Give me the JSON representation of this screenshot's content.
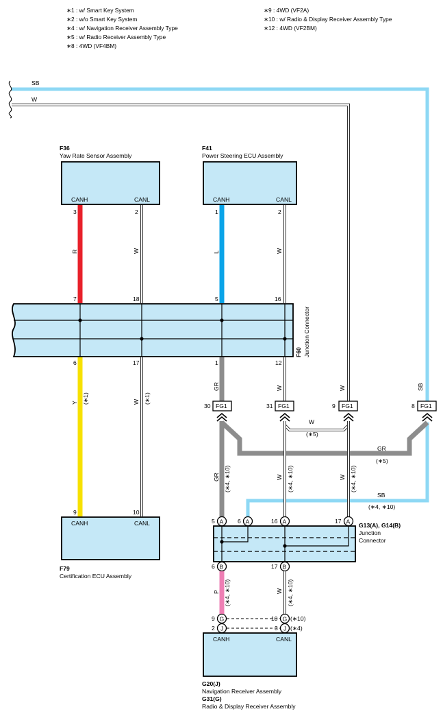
{
  "legend": {
    "left": [
      "∗1 : w/ Smart Key System",
      "∗2 : w/o Smart Key System",
      "∗4 : w/ Navigation Receiver Assembly Type",
      "∗5 : w/ Radio Receiver Assembly Type",
      "∗8 : 4WD (VF4BM)"
    ],
    "right": [
      "∗9 : 4WD (VF2A)",
      "∗10 : w/ Radio & Display Receiver Assembly Type",
      "∗12 : 4WD (VF2BM)"
    ]
  },
  "colors": {
    "box_fill": "#c5e8f7",
    "red": "#e8202a",
    "blue": "#0aa4e8",
    "sky": "#8ed8f4",
    "yellow": "#f7e100",
    "gray": "#8d8d8d",
    "pink": "#ee7fb4"
  },
  "bus": {
    "sb": "SB",
    "w": "W"
  },
  "f36": {
    "code": "F36",
    "name": "Yaw Rate Sensor Assembly",
    "canh": "CANH",
    "canl": "CANL",
    "pin_h": "3",
    "pin_l": "2",
    "wire_h": "R",
    "wire_l": "W"
  },
  "f41": {
    "code": "F41",
    "name": "Power Steering ECU Assembly",
    "canh": "CANH",
    "canl": "CANL",
    "pin_h": "1",
    "pin_l": "2",
    "wire_h": "L",
    "wire_l": "W"
  },
  "f60": {
    "code": "F60",
    "name": "Junction Connector",
    "top_pins": [
      "7",
      "18",
      "5",
      "16"
    ],
    "bottom_pins": [
      "6",
      "17",
      "1",
      "12"
    ]
  },
  "lower_left": {
    "wire_h": "Y",
    "wire_l": "W",
    "cond_h": "(∗1)",
    "cond_l": "(∗1)"
  },
  "f60_right": {
    "wire_1": "GR",
    "wire_12": "W",
    "wire_9": "W",
    "wire_8": "SB"
  },
  "fg": {
    "label": "FG1",
    "pins": [
      "30",
      "31",
      "9",
      "8"
    ],
    "cross_w": "W",
    "cross_w_cond": "(∗5)",
    "gr": "GR",
    "gr_cond": "(∗5)",
    "sb": "SB",
    "sb_cond": "(∗4, ∗10)",
    "down_gr": "GR",
    "down_w1": "W",
    "down_w2": "W",
    "down_cond": "(∗4, ∗10)"
  },
  "f79": {
    "code": "F79",
    "name": "Certification ECU Assembly",
    "canh": "CANH",
    "canl": "CANL",
    "pin_h": "9",
    "pin_l": "10"
  },
  "g13": {
    "code": "G13(A), G14(B)",
    "name1": "Junction",
    "name2": "Connector",
    "a_pins": [
      "5",
      "6",
      "16",
      "17"
    ],
    "a_letter": "A",
    "b_pins": [
      "6",
      "17"
    ],
    "b_letter": "B",
    "wire_b6": "P",
    "wire_b17": "W",
    "cond": "(∗4, ∗10)"
  },
  "g20": {
    "g_letter": "G",
    "j_letter": "J",
    "g_pins": [
      "9",
      "10"
    ],
    "j_pins": [
      "2",
      "3"
    ],
    "g_cond": "(∗10)",
    "j_cond": "(∗4)",
    "canh": "CANH",
    "canl": "CANL",
    "code1": "G20(J)",
    "name1": "Navigation Receiver Assembly",
    "code2": "G31(G)",
    "name2": "Radio & Display Receiver Assembly"
  }
}
